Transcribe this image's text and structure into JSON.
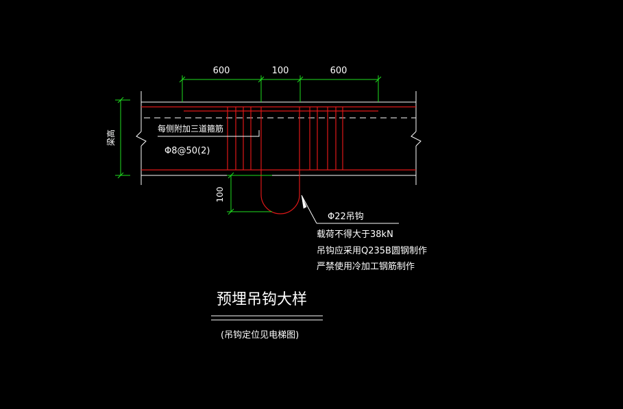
{
  "dimensions": {
    "top_left": "600",
    "top_mid": "100",
    "top_right": "600",
    "left_vertical": "梁高",
    "hook_depth": "100"
  },
  "annotations": {
    "stirrup_note": "每侧附加三道箍筋",
    "stirrup_spec": "Φ8@50(2)",
    "hook_label": "Φ22吊钩",
    "load_note": "载荷不得大于38kN",
    "material_note": "吊钩应采用Q235B圆钢制作",
    "prohibit_note": "严禁使用冷加工钢筋制作"
  },
  "title": {
    "main": "预埋吊钩大样",
    "sub": "(吊钩定位见电梯图)"
  },
  "colors": {
    "background": "#000000",
    "outline": "#ffffff",
    "dimension": "#1fe01f",
    "rebar": "#e01818"
  }
}
